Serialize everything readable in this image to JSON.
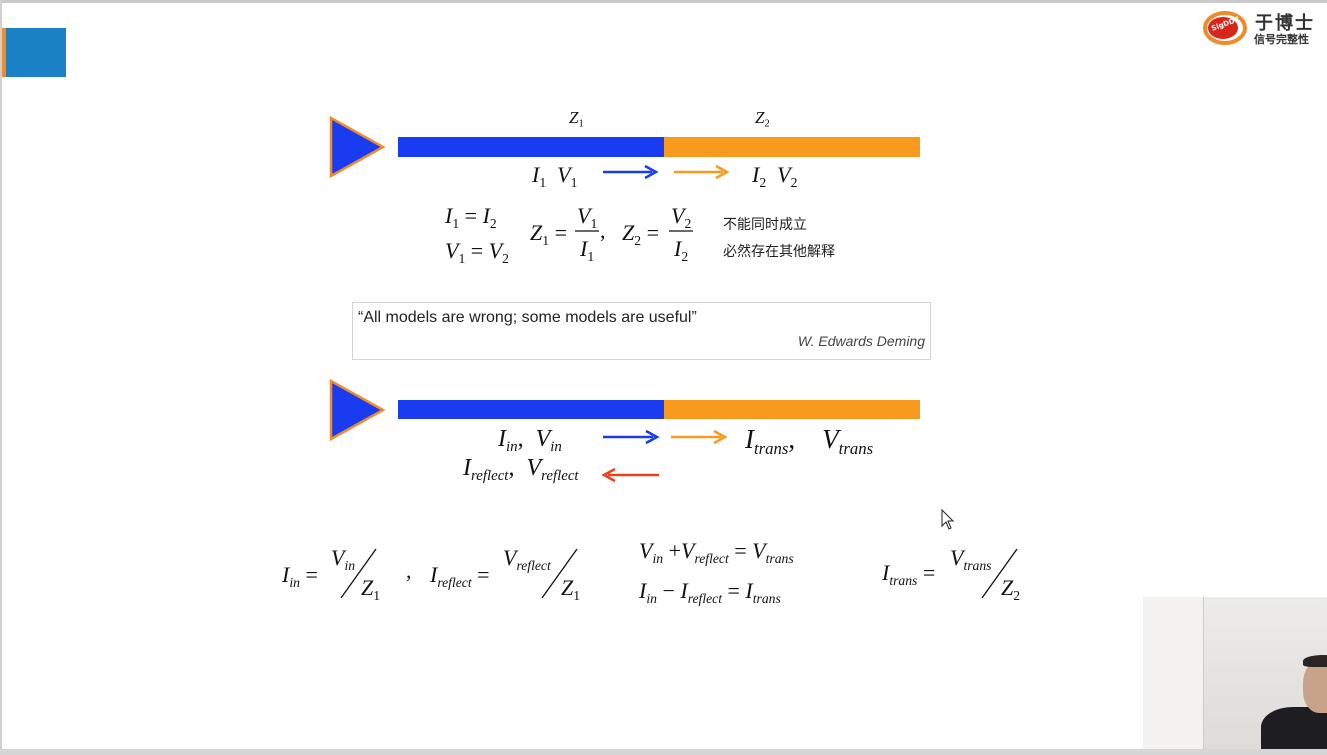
{
  "brand": {
    "title": "于博士",
    "subtitle": "信号完整性",
    "mark_text": "SigDD7",
    "colors": {
      "red": "#d9261c",
      "orange": "#f08a2a"
    }
  },
  "colors": {
    "line1": "#1a3cf0",
    "line2": "#f79a1e",
    "reflect_arrow": "#e8421e",
    "corner_block": "#1a82c4"
  },
  "diagram1": {
    "z1_label": "Z",
    "z1_sub": "1",
    "z2_label": "Z",
    "z2_sub": "2",
    "left_quantities": {
      "i": "I",
      "i_sub": "1",
      "v": "V",
      "v_sub": "1"
    },
    "right_quantities": {
      "i": "I",
      "i_sub": "2",
      "v": "V",
      "v_sub": "2"
    }
  },
  "equations1": {
    "line1": {
      "lhs": "I",
      "lhs_sub": "1",
      "eq": "=",
      "rhs": "I",
      "rhs_sub": "2"
    },
    "line2": {
      "lhs": "V",
      "lhs_sub": "1",
      "eq": "=",
      "rhs": "V",
      "rhs_sub": "2"
    },
    "z1": {
      "lhs": "Z",
      "lhs_sub": "1",
      "num": "V",
      "num_sub": "1",
      "den": "I",
      "den_sub": "1"
    },
    "comma": ",",
    "z2": {
      "lhs": "Z",
      "lhs_sub": "2",
      "num": "V",
      "num_sub": "2",
      "den": "I",
      "den_sub": "2"
    },
    "note1": "不能同时成立",
    "note2": "必然存在其他解释"
  },
  "quote": {
    "text": "“All models are wrong; some models are useful”",
    "author": "W. Edwards Deming"
  },
  "diagram2": {
    "incident": {
      "i": "I",
      "i_sub": "in",
      "sep": ",",
      "v": "V",
      "v_sub": "in"
    },
    "reflected": {
      "i": "I",
      "i_sub": "reflect",
      "sep": ",",
      "v": "V",
      "v_sub": "reflect"
    },
    "transmitted": {
      "i": "I",
      "i_sub": "trans",
      "sep": ",",
      "v": "V",
      "v_sub": "trans"
    }
  },
  "equations2": {
    "iin": {
      "lhs": "I",
      "lhs_sub": "in",
      "num": "V",
      "num_sub": "in",
      "den": "Z",
      "den_sub": "1"
    },
    "comma": ",",
    "irefl": {
      "lhs": "I",
      "lhs_sub": "reflect",
      "num": "V",
      "num_sub": "reflect",
      "den": "Z",
      "den_sub": "1"
    },
    "vsum": {
      "a": "V",
      "a_sub": "in",
      "op": "+",
      "b": "V",
      "b_sub": "reflect",
      "c": "V",
      "c_sub": "trans"
    },
    "isum": {
      "a": "I",
      "a_sub": "in",
      "op": "−",
      "b": "I",
      "b_sub": "reflect",
      "c": "I",
      "c_sub": "trans"
    },
    "itrans": {
      "lhs": "I",
      "lhs_sub": "trans",
      "num": "V",
      "num_sub": "trans",
      "den": "Z",
      "den_sub": "2"
    }
  }
}
